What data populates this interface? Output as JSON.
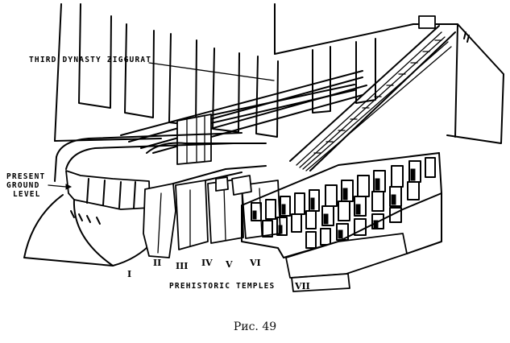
{
  "diagram": {
    "labels": {
      "ziggurat": "THIRD DYNASTY ZIGGURAT",
      "ground_1": "PRESENT",
      "ground_2": "GROUND",
      "ground_3": "LEVEL",
      "temples": "PREHISTORIC TEMPLES"
    },
    "levels": [
      "I",
      "II",
      "III",
      "IV",
      "V",
      "VI",
      "VII"
    ]
  },
  "caption": "Рис. 49"
}
